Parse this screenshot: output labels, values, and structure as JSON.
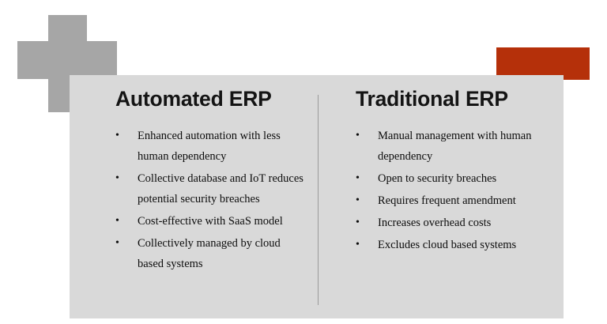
{
  "slide": {
    "background_color": "#ffffff",
    "panel_color": "#d9d9d9",
    "accent_gray": "#a6a6a6",
    "accent_orange": "#b5300a",
    "divider_color": "#9a9a9a"
  },
  "decorations": {
    "cross_shape_name": "plus-shape",
    "orange_block_name": "orange-block"
  },
  "columns": [
    {
      "title": "Automated ERP",
      "bullets": [
        "Enhanced automation with less human dependency",
        "Collective database and IoT reduces potential security breaches",
        "Cost-effective with SaaS model",
        "Collectively managed by cloud based systems"
      ]
    },
    {
      "title": "Traditional ERP",
      "bullets": [
        "Manual management with human dependency",
        "Open to security breaches",
        "Requires frequent amendment",
        "Increases overhead costs",
        "Excludes cloud based systems"
      ]
    }
  ]
}
